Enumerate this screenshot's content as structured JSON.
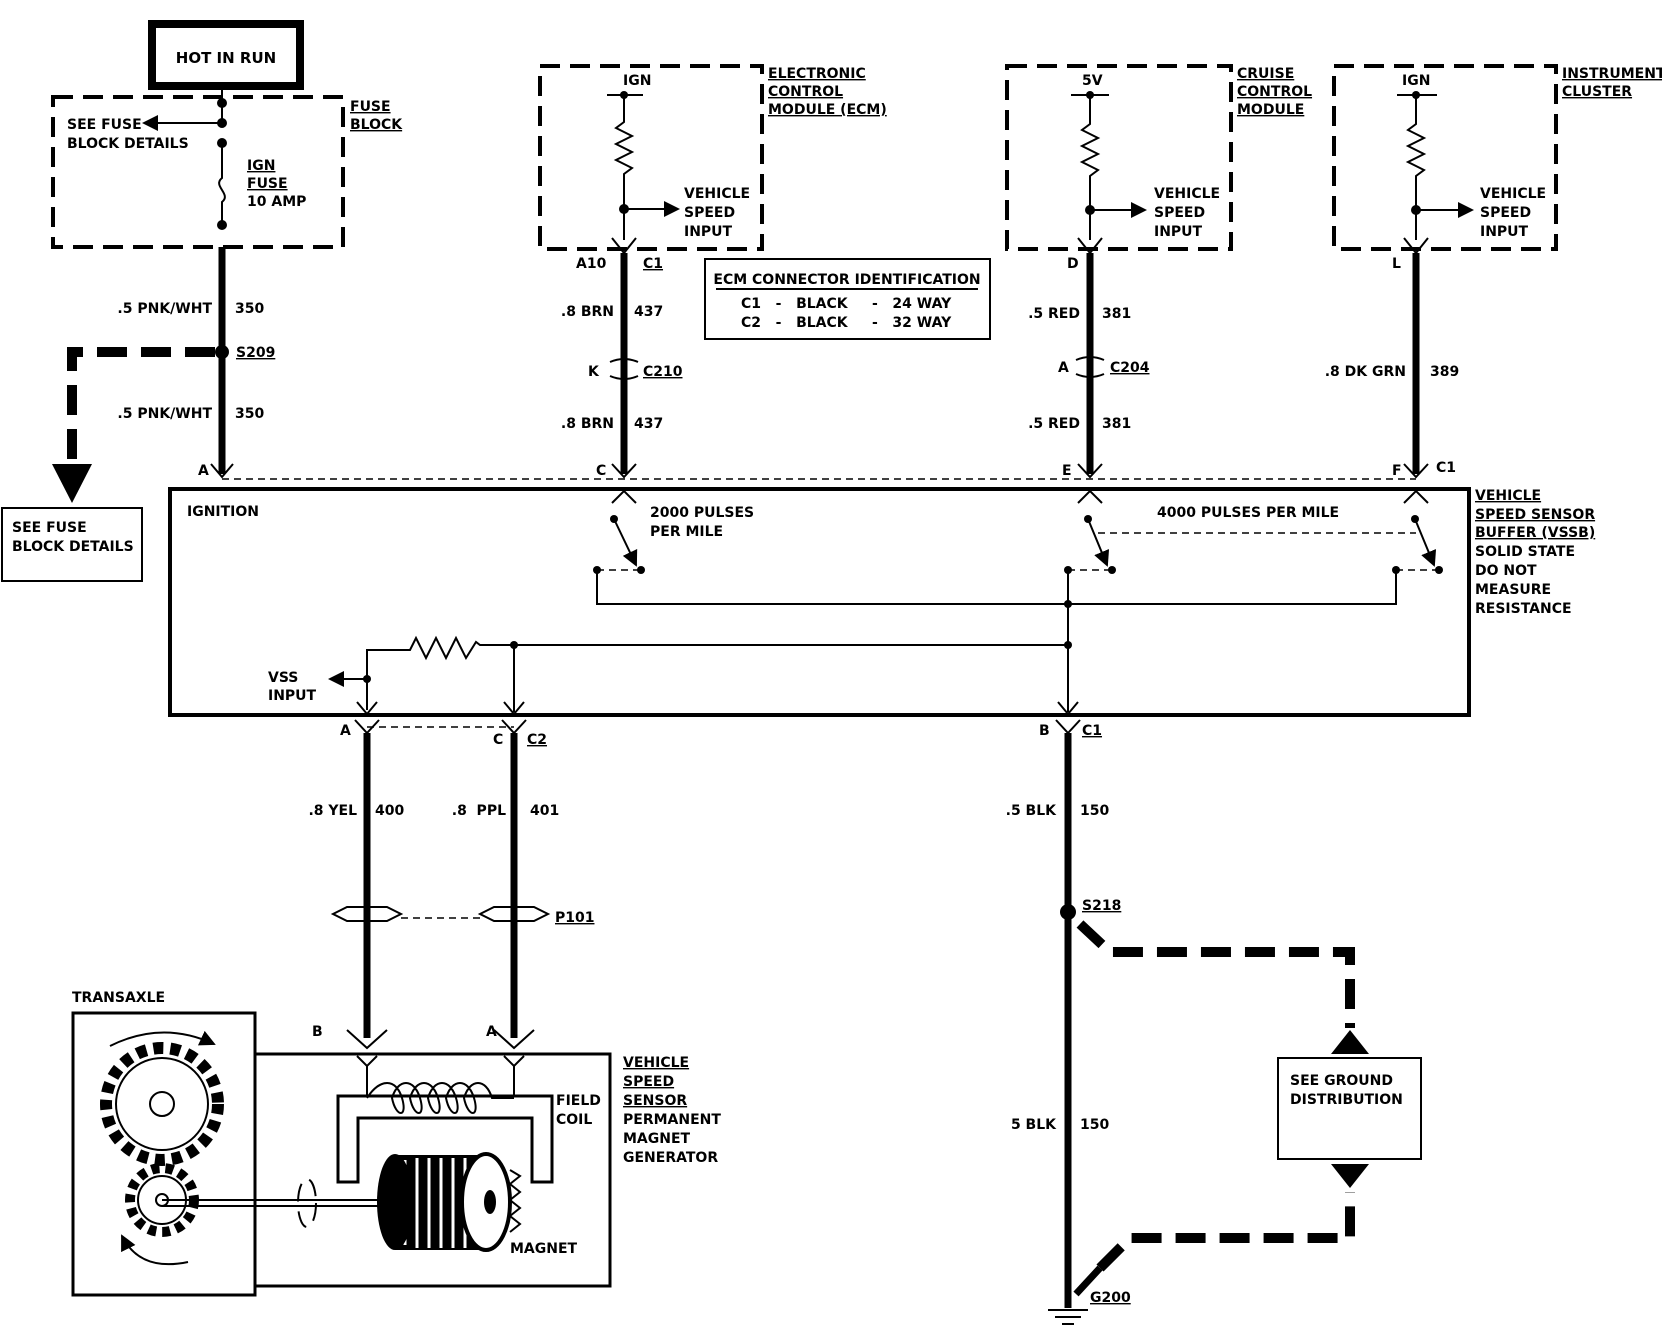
{
  "power": {
    "hot_in_run": "HOT IN RUN"
  },
  "fuse_block": {
    "title": [
      "FUSE",
      "BLOCK"
    ],
    "see_details": [
      "SEE FUSE",
      "BLOCK DETAILS"
    ],
    "fuse": [
      "IGN",
      "FUSE",
      "10 AMP"
    ]
  },
  "splice_s209": "S209",
  "side_box": [
    "SEE FUSE",
    "BLOCK DETAILS"
  ],
  "wires": {
    "w350a": {
      "gauge": ".5 PNK/WHT",
      "circuit": "350"
    },
    "w350b": {
      "gauge": ".5 PNK/WHT",
      "circuit": "350"
    },
    "w437a": {
      "gauge": ".8 BRN",
      "circuit": "437"
    },
    "w437b": {
      "gauge": ".8 BRN",
      "circuit": "437"
    },
    "w381a": {
      "gauge": ".5 RED",
      "circuit": "381"
    },
    "w381b": {
      "gauge": ".5 RED",
      "circuit": "381"
    },
    "w389": {
      "gauge": ".8 DK GRN",
      "circuit": "389"
    },
    "w400": {
      "gauge": ".8  YEL",
      "circuit": "400"
    },
    "w401": {
      "gauge": ".8  PPL",
      "circuit": "401"
    },
    "w150a": {
      "gauge": ".5 BLK",
      "circuit": "150"
    },
    "w150b": {
      "gauge": "5 BLK",
      "circuit": "150"
    }
  },
  "ecm": {
    "supply": "IGN",
    "title": [
      "ELECTRONIC",
      "CONTROL",
      "MODULE (ECM)"
    ],
    "input": [
      "VEHICLE",
      "SPEED",
      "INPUT"
    ],
    "pin": "A10",
    "conn": "C1"
  },
  "ecm_conn_id": {
    "title": "ECM CONNECTOR IDENTIFICATION",
    "rows": [
      "C1   -   BLACK     -   24 WAY",
      "C2   -   BLACK     -   32 WAY"
    ]
  },
  "cruise": {
    "supply": "5V",
    "title": [
      "CRUISE",
      "CONTROL",
      "MODULE"
    ],
    "input": [
      "VEHICLE",
      "SPEED",
      "INPUT"
    ],
    "pin": "D"
  },
  "cluster": {
    "supply": "IGN",
    "title": [
      "INSTRUMENT",
      "CLUSTER"
    ],
    "input": [
      "VEHICLE",
      "SPEED",
      "INPUT"
    ],
    "pin": "L"
  },
  "connectors": {
    "c210": {
      "pin": "K",
      "name": "C210"
    },
    "c204": {
      "pin": "A",
      "name": "C204"
    },
    "p101": "P101"
  },
  "vssb": {
    "title": [
      "VEHICLE",
      "SPEED SENSOR",
      "BUFFER (VSSB)"
    ],
    "note": [
      "SOLID STATE",
      "DO NOT",
      "MEASURE",
      "RESISTANCE"
    ],
    "ignition": "IGNITION",
    "pulses_2000": [
      "2000 PULSES",
      "PER MILE"
    ],
    "pulses_4000": "4000 PULSES PER MILE",
    "vss_input": [
      "VSS",
      "INPUT"
    ],
    "top_pins": {
      "a": "A",
      "c": "C",
      "e": "E",
      "f": "F",
      "conn": "C1"
    },
    "bottom_pins": {
      "a": "A",
      "c": "C",
      "c2": "C2",
      "b": "B",
      "c1": "C1"
    }
  },
  "sensor": {
    "transaxle": "TRANSAXLE",
    "pin_b": "B",
    "pin_a": "A",
    "field_coil": [
      "FIELD",
      "COIL"
    ],
    "magnet": "MAGNET",
    "title": [
      "VEHICLE",
      "SPEED",
      "SENSOR"
    ],
    "desc": [
      "PERMANENT",
      "MAGNET",
      "GENERATOR"
    ]
  },
  "ground": {
    "splice": "S218",
    "box": [
      "SEE GROUND",
      "DISTRIBUTION"
    ],
    "g200": "G200"
  }
}
